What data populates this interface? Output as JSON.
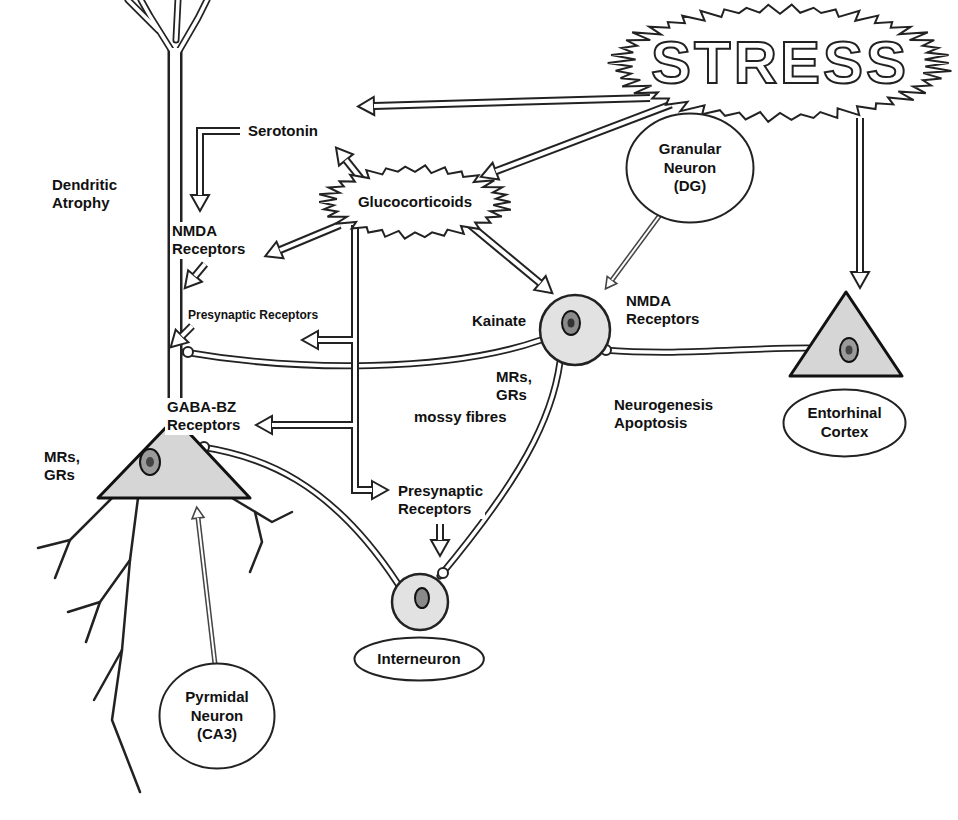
{
  "diagram": {
    "nodes": [
      {
        "text": [
          "STRESS"
        ]
      },
      {
        "text": [
          "Granular Neuron (DG)"
        ]
      },
      {
        "text": [
          "Glucocorticoids"
        ]
      },
      {
        "text": [
          "Entorhinal Cortex"
        ]
      },
      {
        "text": [
          "Interneuron"
        ]
      },
      {
        "text": [
          "Pyrmidal Neuron (CA3)"
        ]
      }
    ],
    "edges": [
      {
        "from": 0,
        "to": 2,
        "arrow": "to"
      }
    ],
    "labels": [
      "Serotonin",
      "Dendritic Atrophy",
      "NMDA Receptors",
      "Presynaptic Receptors",
      "Kainate",
      "NMDA Receptors",
      "MRs, GRs",
      "GABA-BZ Receptors",
      "mossy fibres",
      "Neurogenesis Apoptosis",
      "MRs, GRs",
      "Presynaptic Receptors"
    ]
  }
}
